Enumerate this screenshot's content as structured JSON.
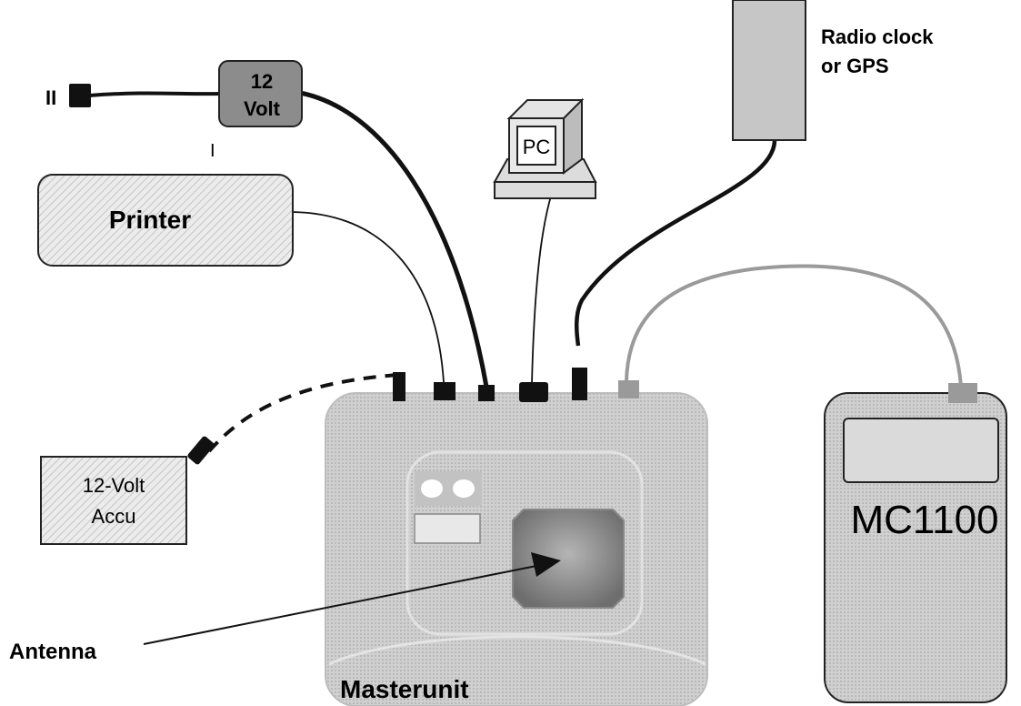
{
  "labels": {
    "power_supply": [
      "12",
      "Volt"
    ],
    "plug": "II",
    "plug_sub": "I",
    "printer": "Printer",
    "pc": "PC",
    "radio_clock": [
      "Radio clock",
      "or GPS"
    ],
    "accu": [
      "12-Volt",
      "Accu"
    ],
    "mc1100": "MC1100",
    "antenna": "Antenna",
    "masterunit": "Masterunit"
  },
  "colors": {
    "cable_dark": "#111111",
    "cable_gray": "#9a9a9a",
    "power_box": "#8c8c8c",
    "radio_box": "#c6c6c6",
    "unit_fill": "#c9c9c9",
    "antenna_fill": "#7a7a7a"
  }
}
